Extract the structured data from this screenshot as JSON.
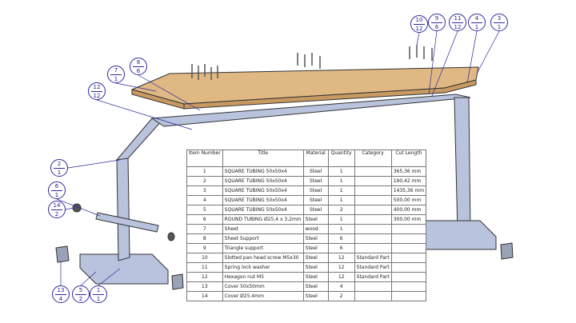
{
  "bom": {
    "headers": [
      "Item Number",
      "Title",
      "Material",
      "Quantity",
      "Category",
      "Cut Length"
    ],
    "rows": [
      [
        "1",
        "SQUARE TUBING 50x50x4",
        "Steel",
        "1",
        "",
        "365,36 mm"
      ],
      [
        "2",
        "SQUARE TUBING 50x50x4",
        "Steel",
        "1",
        "",
        "190,42 mm"
      ],
      [
        "3",
        "SQUARE TUBING 50x50x4",
        "Steel",
        "1",
        "",
        "1435,36 mm"
      ],
      [
        "4",
        "SQUARE TUBING 50x50x4",
        "Steel",
        "1",
        "",
        "500,00 mm"
      ],
      [
        "5",
        "SQUARE TUBING 50x50x4",
        "Steel",
        "2",
        "",
        "400,00 mm"
      ],
      [
        "6",
        "ROUND TUBING Ø25,4 x 3,2mm",
        "Steel",
        "1",
        "",
        "300,00 mm"
      ],
      [
        "7",
        "Sheet",
        "wood",
        "1",
        "",
        ""
      ],
      [
        "8",
        "Sheet Support",
        "Steel",
        "6",
        "",
        ""
      ],
      [
        "9",
        "Triangle support",
        "Steel",
        "6",
        "",
        ""
      ],
      [
        "10",
        "Slotted pan head screw  M5x30",
        "Steel",
        "12",
        "Standard Part",
        ""
      ],
      [
        "11",
        "Spring lock washer",
        "Steel",
        "12",
        "Standard Part",
        ""
      ],
      [
        "12",
        "Hexagon nut  M5",
        "Steel",
        "12",
        "Standard Part",
        ""
      ],
      [
        "13",
        "Cover 50x50mm",
        "Steel",
        "4",
        "",
        ""
      ],
      [
        "14",
        "Cover Ø25.4mm",
        "Steel",
        "2",
        "",
        ""
      ]
    ]
  },
  "balloons": [
    {
      "item": "10",
      "qty": "12"
    },
    {
      "item": "9",
      "qty": "6"
    },
    {
      "item": "11",
      "qty": "12"
    },
    {
      "item": "4",
      "qty": "1"
    },
    {
      "item": "3",
      "qty": "1"
    },
    {
      "item": "8",
      "qty": "6"
    },
    {
      "item": "7",
      "qty": "1"
    },
    {
      "item": "12",
      "qty": "12"
    },
    {
      "item": "2",
      "qty": "1"
    },
    {
      "item": "6",
      "qty": "1"
    },
    {
      "item": "14",
      "qty": "2"
    },
    {
      "item": "13",
      "qty": "4"
    },
    {
      "item": "5",
      "qty": "2"
    },
    {
      "item": "1",
      "qty": "1"
    }
  ],
  "colors": {
    "wood": "#e0b884",
    "steel": "#b9c3dd",
    "balloon": "#1a1a9a"
  }
}
